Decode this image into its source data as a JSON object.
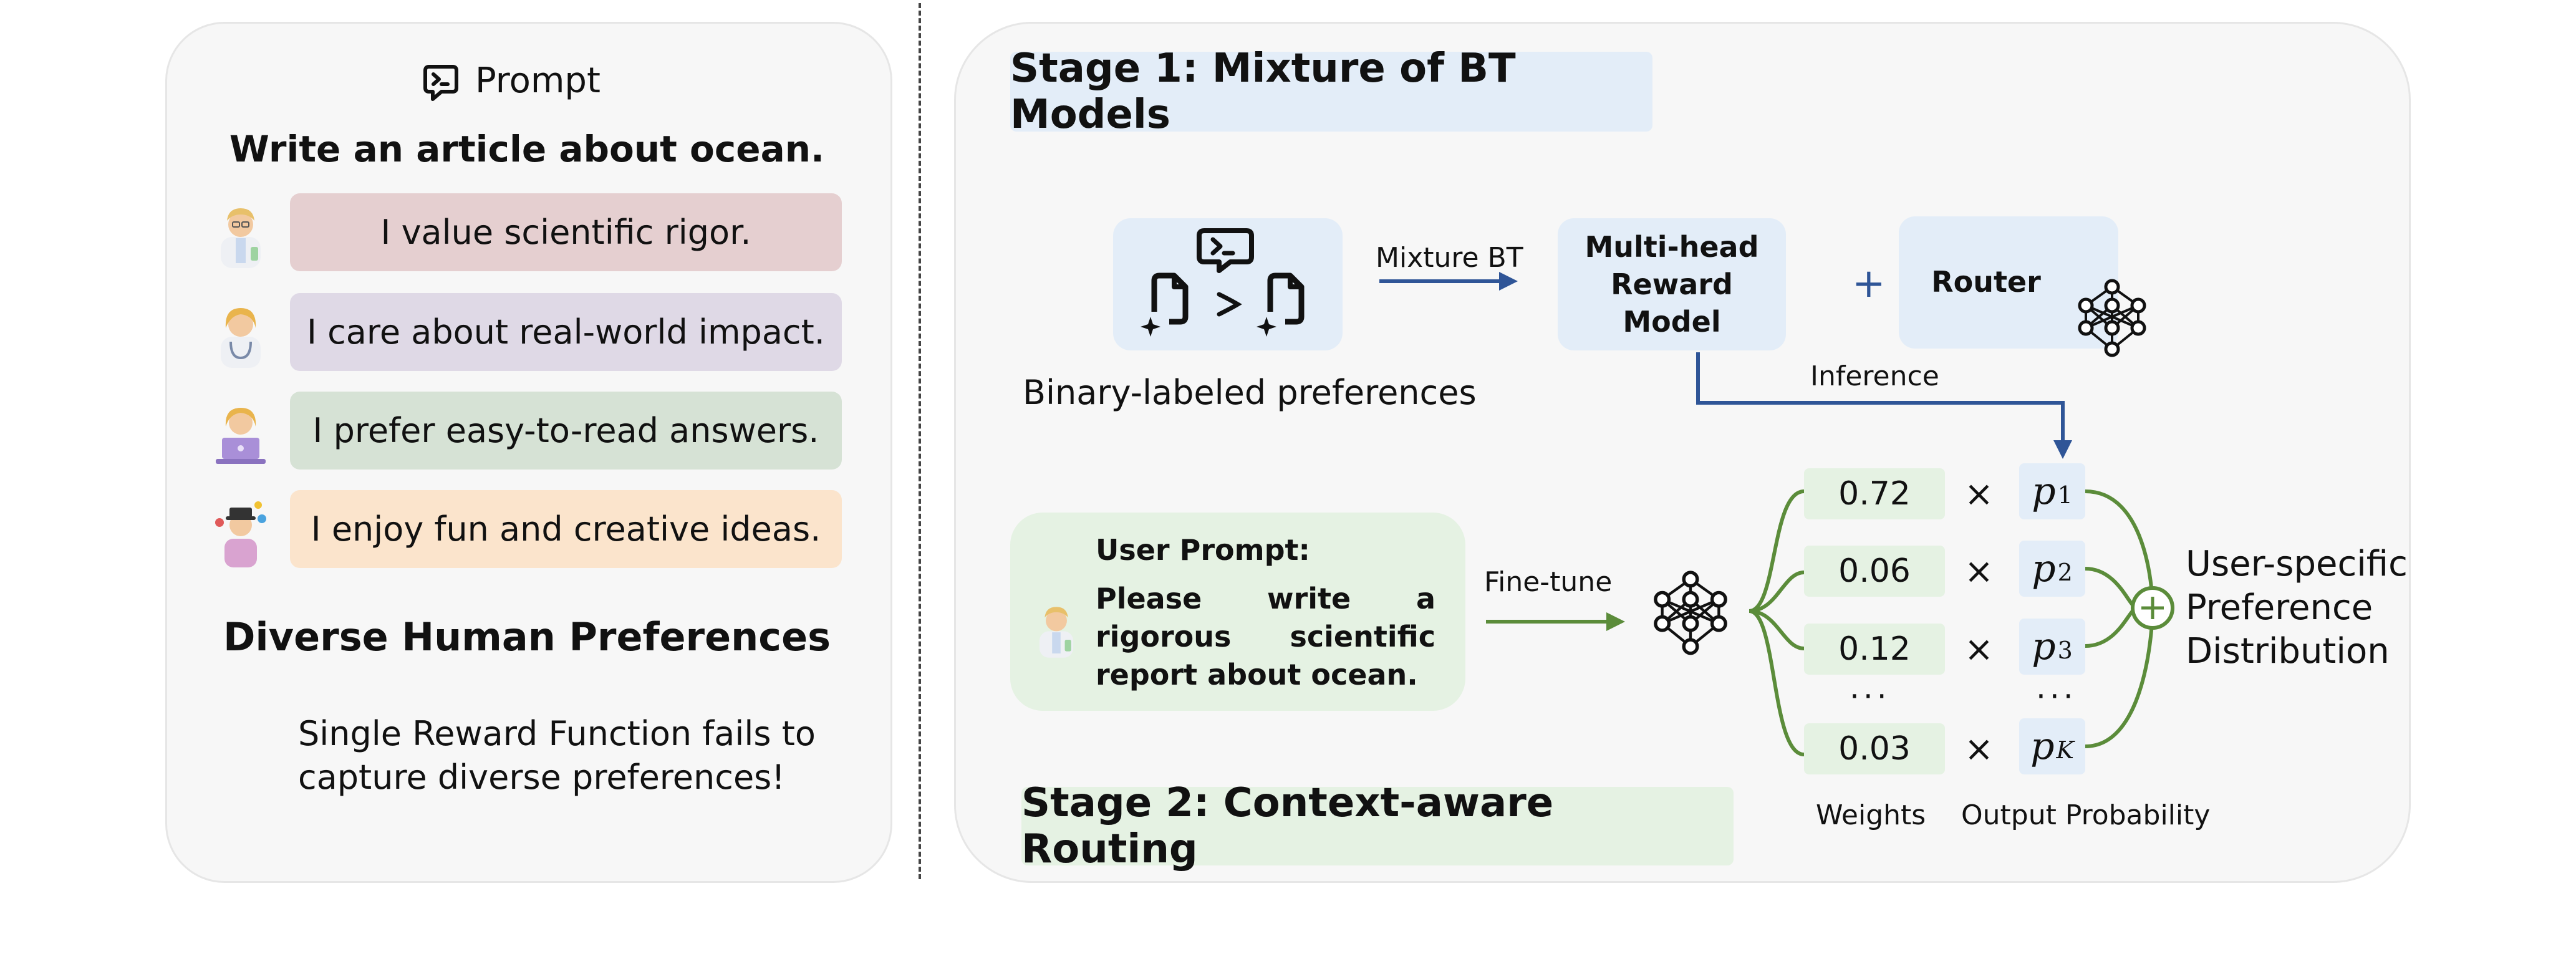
{
  "left": {
    "prompt_label": "Prompt",
    "prompt_text": "Write an article about ocean.",
    "preferences": [
      {
        "text": "I value scientific rigor.",
        "color": "#e5cfd0"
      },
      {
        "text": "I care about real-world impact.",
        "color": "#dfd9e6"
      },
      {
        "text": "I prefer easy-to-read answers.",
        "color": "#d6e2d5"
      },
      {
        "text": "I enjoy fun and creative ideas.",
        "color": "#fbe4cc"
      }
    ],
    "title": "Diverse Human Preferences",
    "failure_lines": [
      "Single Reward Function fails to",
      "capture diverse preferences!"
    ]
  },
  "stage1": {
    "title": "Stage 1: Mixture of BT Models",
    "binary_label": "Binary-labeled preferences",
    "mixture_label": "Mixture BT",
    "reward_model_lines": [
      "Multi-head",
      "Reward Model"
    ],
    "plus_symbol": "+",
    "router_label": "Router",
    "inference_label": "Inference"
  },
  "stage2": {
    "title": "Stage 2: Context-aware Routing",
    "user_prompt_title": "User Prompt:",
    "user_prompt_text": "Please write a rigorous scientific report about ocean.",
    "finetune_label": "Fine-tune",
    "weights": [
      "0.72",
      "0.06",
      "0.12",
      "0.03"
    ],
    "probs": [
      {
        "base": "p",
        "sub": "1"
      },
      {
        "base": "p",
        "sub": "2"
      },
      {
        "base": "p",
        "sub": "3"
      },
      {
        "base": "p",
        "sub": "K"
      }
    ],
    "times_symbol": "×",
    "ellipsis": "···",
    "weights_label": "Weights",
    "output_label": "Output Probability",
    "distribution_lines": [
      "User-specific",
      "Preference",
      "Distribution"
    ]
  },
  "colors": {
    "blue_box": "#e3edf8",
    "green_box": "#e5f2e3",
    "blue_arrow": "#2f5597",
    "green_arrow": "#5b8c3a"
  }
}
